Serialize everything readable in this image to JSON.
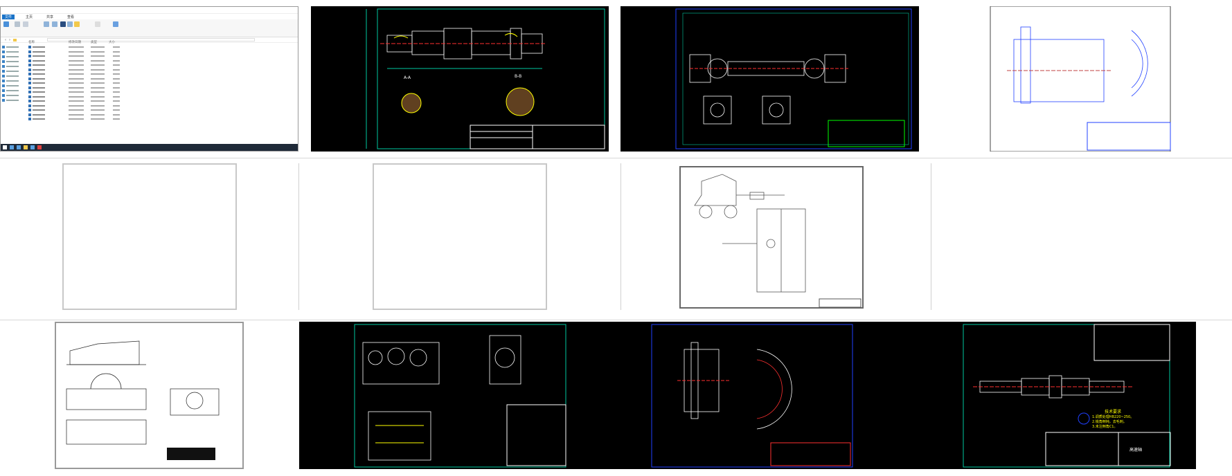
{
  "explorer": {
    "tabs": [
      "文件",
      "主页",
      "共享",
      "查看"
    ],
    "columns": [
      "名称",
      "修改日期",
      "类型",
      "大小"
    ],
    "file_row_count_visible": 17
  },
  "drawings": {
    "shaft_sections": {
      "section_a": "A-A",
      "section_b": "B-B"
    },
    "high_speed_shaft": {
      "title": "高速轴",
      "tech_req_title": "技术要求",
      "tech_req_items": [
        "1.调质处理HB220~250。",
        "2.锐角倒钝，去毛刺。",
        "3.未注倒角C1。"
      ]
    }
  },
  "colors": {
    "cad_bg": "#000000",
    "cad_frame": "#00c8a0",
    "cad_green": "#00ff00",
    "cad_yellow": "#ffff00",
    "cad_red": "#ff3030",
    "cad_blue": "#2040ff",
    "explorer_accent": "#1a73c8"
  }
}
